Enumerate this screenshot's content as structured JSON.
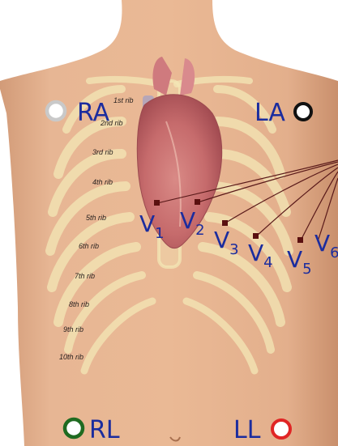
{
  "limb_leads": [
    {
      "id": "ra",
      "label": "RA",
      "ring": "#c9c9c9"
    },
    {
      "id": "la",
      "label": "LA",
      "ring": "#111111"
    },
    {
      "id": "rl",
      "label": "RL",
      "ring": "#1f6b21"
    },
    {
      "id": "ll",
      "label": "LL",
      "ring": "#e02525"
    }
  ],
  "precordial_leads": [
    {
      "id": "v1",
      "letter": "V",
      "sub": "1"
    },
    {
      "id": "v2",
      "letter": "V",
      "sub": "2"
    },
    {
      "id": "v3",
      "letter": "V",
      "sub": "3"
    },
    {
      "id": "v4",
      "letter": "V",
      "sub": "4"
    },
    {
      "id": "v5",
      "letter": "V",
      "sub": "5"
    },
    {
      "id": "v6",
      "letter": "V",
      "sub": "6"
    }
  ],
  "ribs": [
    {
      "id": "rib-1",
      "label": "1st rib"
    },
    {
      "id": "rib-2",
      "label": "2nd rib"
    },
    {
      "id": "rib-3",
      "label": "3rd rib"
    },
    {
      "id": "rib-4",
      "label": "4th rib"
    },
    {
      "id": "rib-5",
      "label": "5th rib"
    },
    {
      "id": "rib-6",
      "label": "6th rib"
    },
    {
      "id": "rib-7",
      "label": "7th rib"
    },
    {
      "id": "rib-8",
      "label": "8th rib"
    },
    {
      "id": "rib-9",
      "label": "9th rib"
    },
    {
      "id": "rib-10",
      "label": "10th rib"
    }
  ],
  "colors": {
    "lead_text": "#1b2c9e",
    "electrode": "#5a1010",
    "wire": "#5a1a1a",
    "skin": "#e3b08e",
    "bone": "#f3e7b6",
    "heart": "#c7686b"
  }
}
